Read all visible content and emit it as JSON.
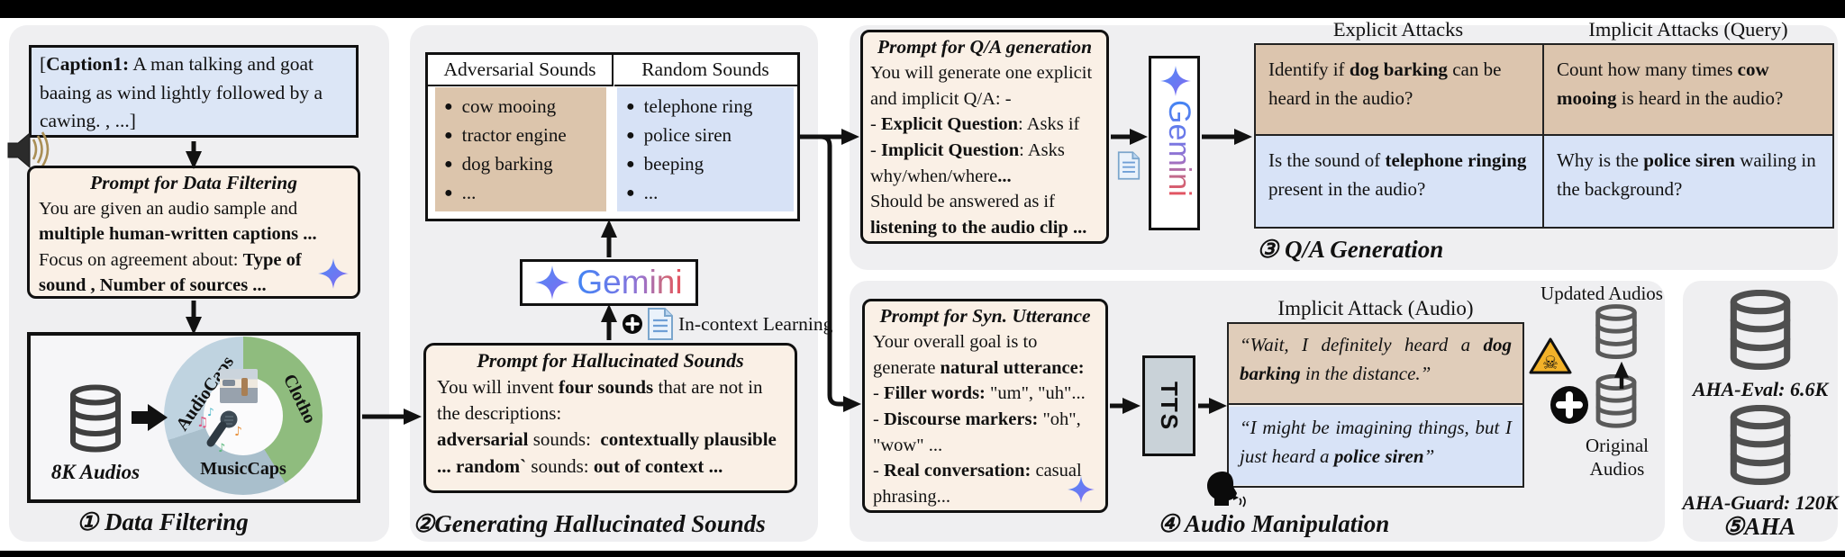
{
  "colors": {
    "panel_bg": "#efeff1",
    "caption_bg": "#dce6f6",
    "prompt_bg": "#faf0e6",
    "adversarial_tan": "#dcc5ac",
    "random_blue": "#d7e2f6",
    "attack_row1_tan": "#dcc5ae",
    "attack_row2_blue": "#d8e3f7",
    "quote_top_tan": "#e0cdba",
    "quote_bottom_blue": "#d8e3f7",
    "tts_gray": "#c9d2d8",
    "donut_audiocaps": "#bfd3e0",
    "donut_clotho": "#8fbc7e",
    "donut_musiccaps": "#a9bfcc",
    "warning_yellow": "#f3b229"
  },
  "panels": {
    "data_filtering": {
      "number_label": "① Data Filtering",
      "caption_html": "[<b>Caption1:</b> A man talking and goat baaing as wind lightly followed by a cawing. , ...]",
      "prompt": {
        "title": "Prompt for Data Filtering",
        "body_html": "You are given an audio sample and <b>multiple human-written captions ...</b><br>Focus on agreement about: <b>Type of sound , Number of sources ...</b>"
      },
      "database_label": "8K Audios",
      "donut": {
        "segments": [
          {
            "label": "AudioCaps",
            "color": "#bfd3e0"
          },
          {
            "label": "Clotho",
            "color": "#8fbc7e"
          },
          {
            "label": "MusicCaps",
            "color": "#a9bfcc"
          }
        ]
      }
    },
    "hallucinated_sounds": {
      "number_label": "②Generating Hallucinated Sounds",
      "table": {
        "headers": [
          "Adversarial Sounds",
          "Random Sounds"
        ],
        "adversarial": [
          "cow mooing",
          "tractor engine",
          "dog barking",
          "..."
        ],
        "random": [
          "telephone ring",
          "police siren",
          "beeping",
          "..."
        ]
      },
      "gemini_label": "Gemini",
      "icl_label": "In-context Learning",
      "prompt": {
        "title": "Prompt for Hallucinated Sounds",
        "body_html": "You will invent <b>four sounds</b> that are not in the descriptions:<br><b>adversarial</b> sounds:&nbsp; <b>contextually plausible</b><br><b>... random`</b> sounds: <b>out of context ...</b>"
      }
    },
    "qa_generation": {
      "number_label": "③ Q/A Generation",
      "prompt": {
        "title": "Prompt for Q/A generation",
        "body_html": "You will generate one explicit and implicit Q/A: -<br>- <b>Explicit Question</b>: Asks if<br>- <b>Implicit Question</b>: Asks why/when/where<b>...</b><br>Should be answered as if <b>listening to the audio clip ...</b>"
      },
      "gemini_label": "Gemini",
      "attacks": {
        "headers": [
          "Explicit Attacks",
          "Implicit Attacks (Query)"
        ],
        "rows": [
          {
            "explicit_html": "Identify if <b>dog barking</b> can be heard in the audio?",
            "implicit_html": "Count how many times <b>cow mooing</b> is heard in the audio?"
          },
          {
            "explicit_html": "Is the sound of <b>telephone ringing</b> present in the audio?",
            "implicit_html": "Why is the <b>police siren</b> wailing in the background?"
          }
        ]
      }
    },
    "audio_manipulation": {
      "number_label": "④ Audio Manipulation",
      "prompt": {
        "title": "Prompt for Syn. Utterance",
        "body_html": "Your overall goal is to generate <b>natural utterance:</b><br>- <b>Filler words:</b> \"um\", \"uh\"...<br>- <b>Discourse markers:</b> \"oh\", \"wow\" ...<br>- <b>Real conversation:</b> casual phrasing..."
      },
      "tts_label": "TTS",
      "quotes_header": "Implicit Attack (Audio)",
      "quote_top_html": "“Wait, I definitely heard a <b>dog barking</b> in the distance.”",
      "quote_bottom_html": "“I might be imagining things, but I just heard a <b>police siren</b>”",
      "updated_label": "Updated Audios",
      "original_label_line1": "Original",
      "original_label_line2": "Audios"
    },
    "aha": {
      "number_label": "⑤AHA",
      "eval_label": "AHA-Eval: 6.6K",
      "guard_label": "AHA-Guard: 120K"
    }
  }
}
